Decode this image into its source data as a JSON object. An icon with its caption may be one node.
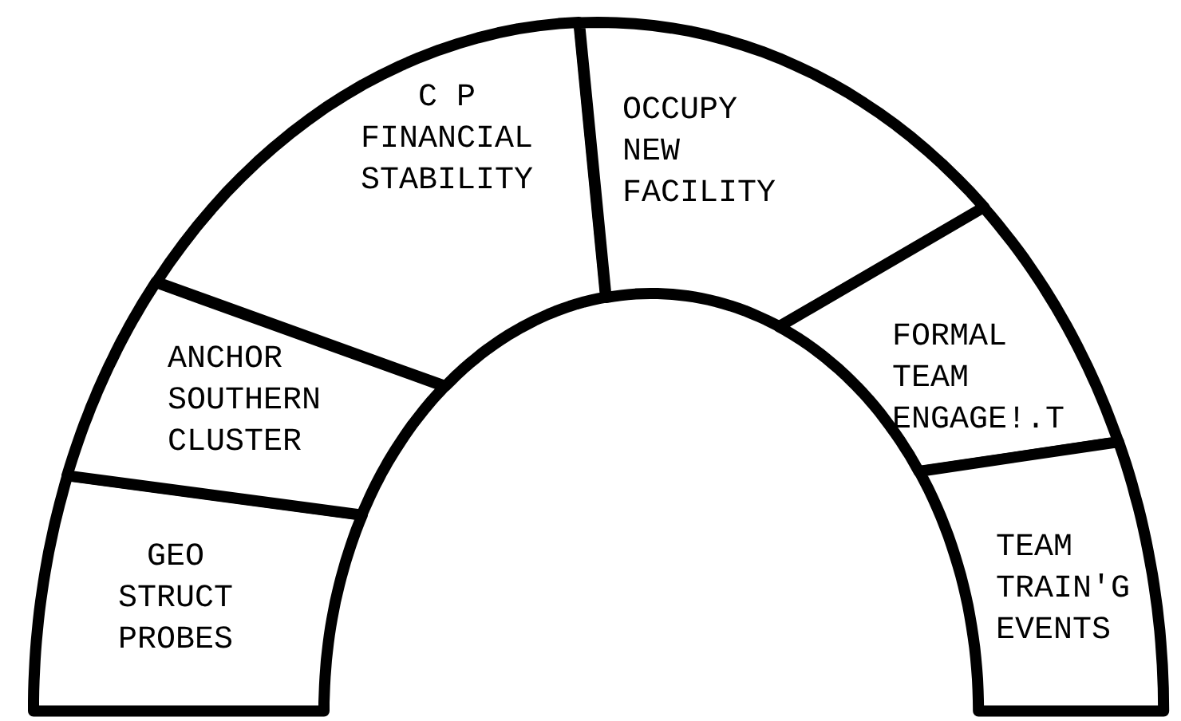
{
  "diagram": {
    "nodes": [
      {
        "text": [
          "GEO STRUCT PROBES"
        ]
      },
      {
        "text": [
          "ANCHOR SOUTHERN CLUSTER"
        ]
      },
      {
        "text": [
          "C P FINANCIAL STABILITY"
        ]
      },
      {
        "text": [
          "OCCUPY NEW FACILITY"
        ]
      },
      {
        "text": [
          "FORMAL TEAM ENGAGE!.T"
        ]
      },
      {
        "text": [
          "TEAM TRAIN'G EVENTS"
        ]
      }
    ]
  }
}
